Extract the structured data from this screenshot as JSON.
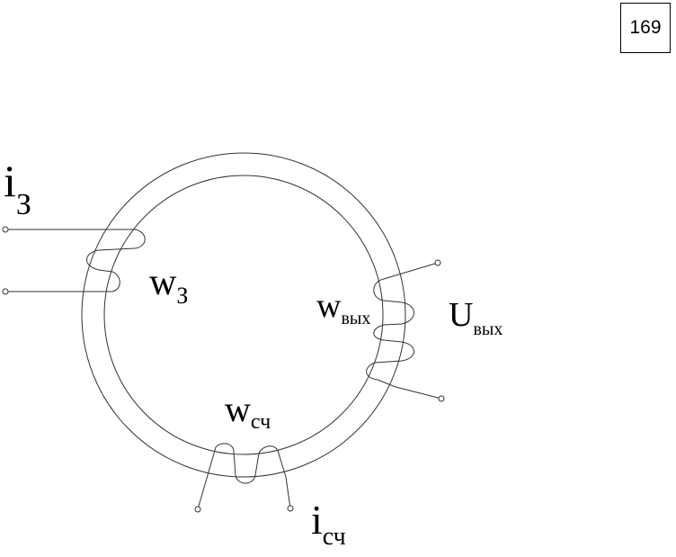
{
  "page_number": "169",
  "labels": {
    "i_z": {
      "main": "i",
      "sub": "З"
    },
    "w_z": {
      "main": "w",
      "sub": "З"
    },
    "w_out": {
      "main": "w",
      "sub": "вых"
    },
    "u_out": {
      "main": "U",
      "sub": "вых"
    },
    "w_sch": {
      "main": "w",
      "sub": "сч"
    },
    "i_sch": {
      "main": "i",
      "sub": "сч"
    }
  },
  "colors": {
    "ink": "#000000",
    "line": "#333333",
    "background": "#ffffff"
  }
}
